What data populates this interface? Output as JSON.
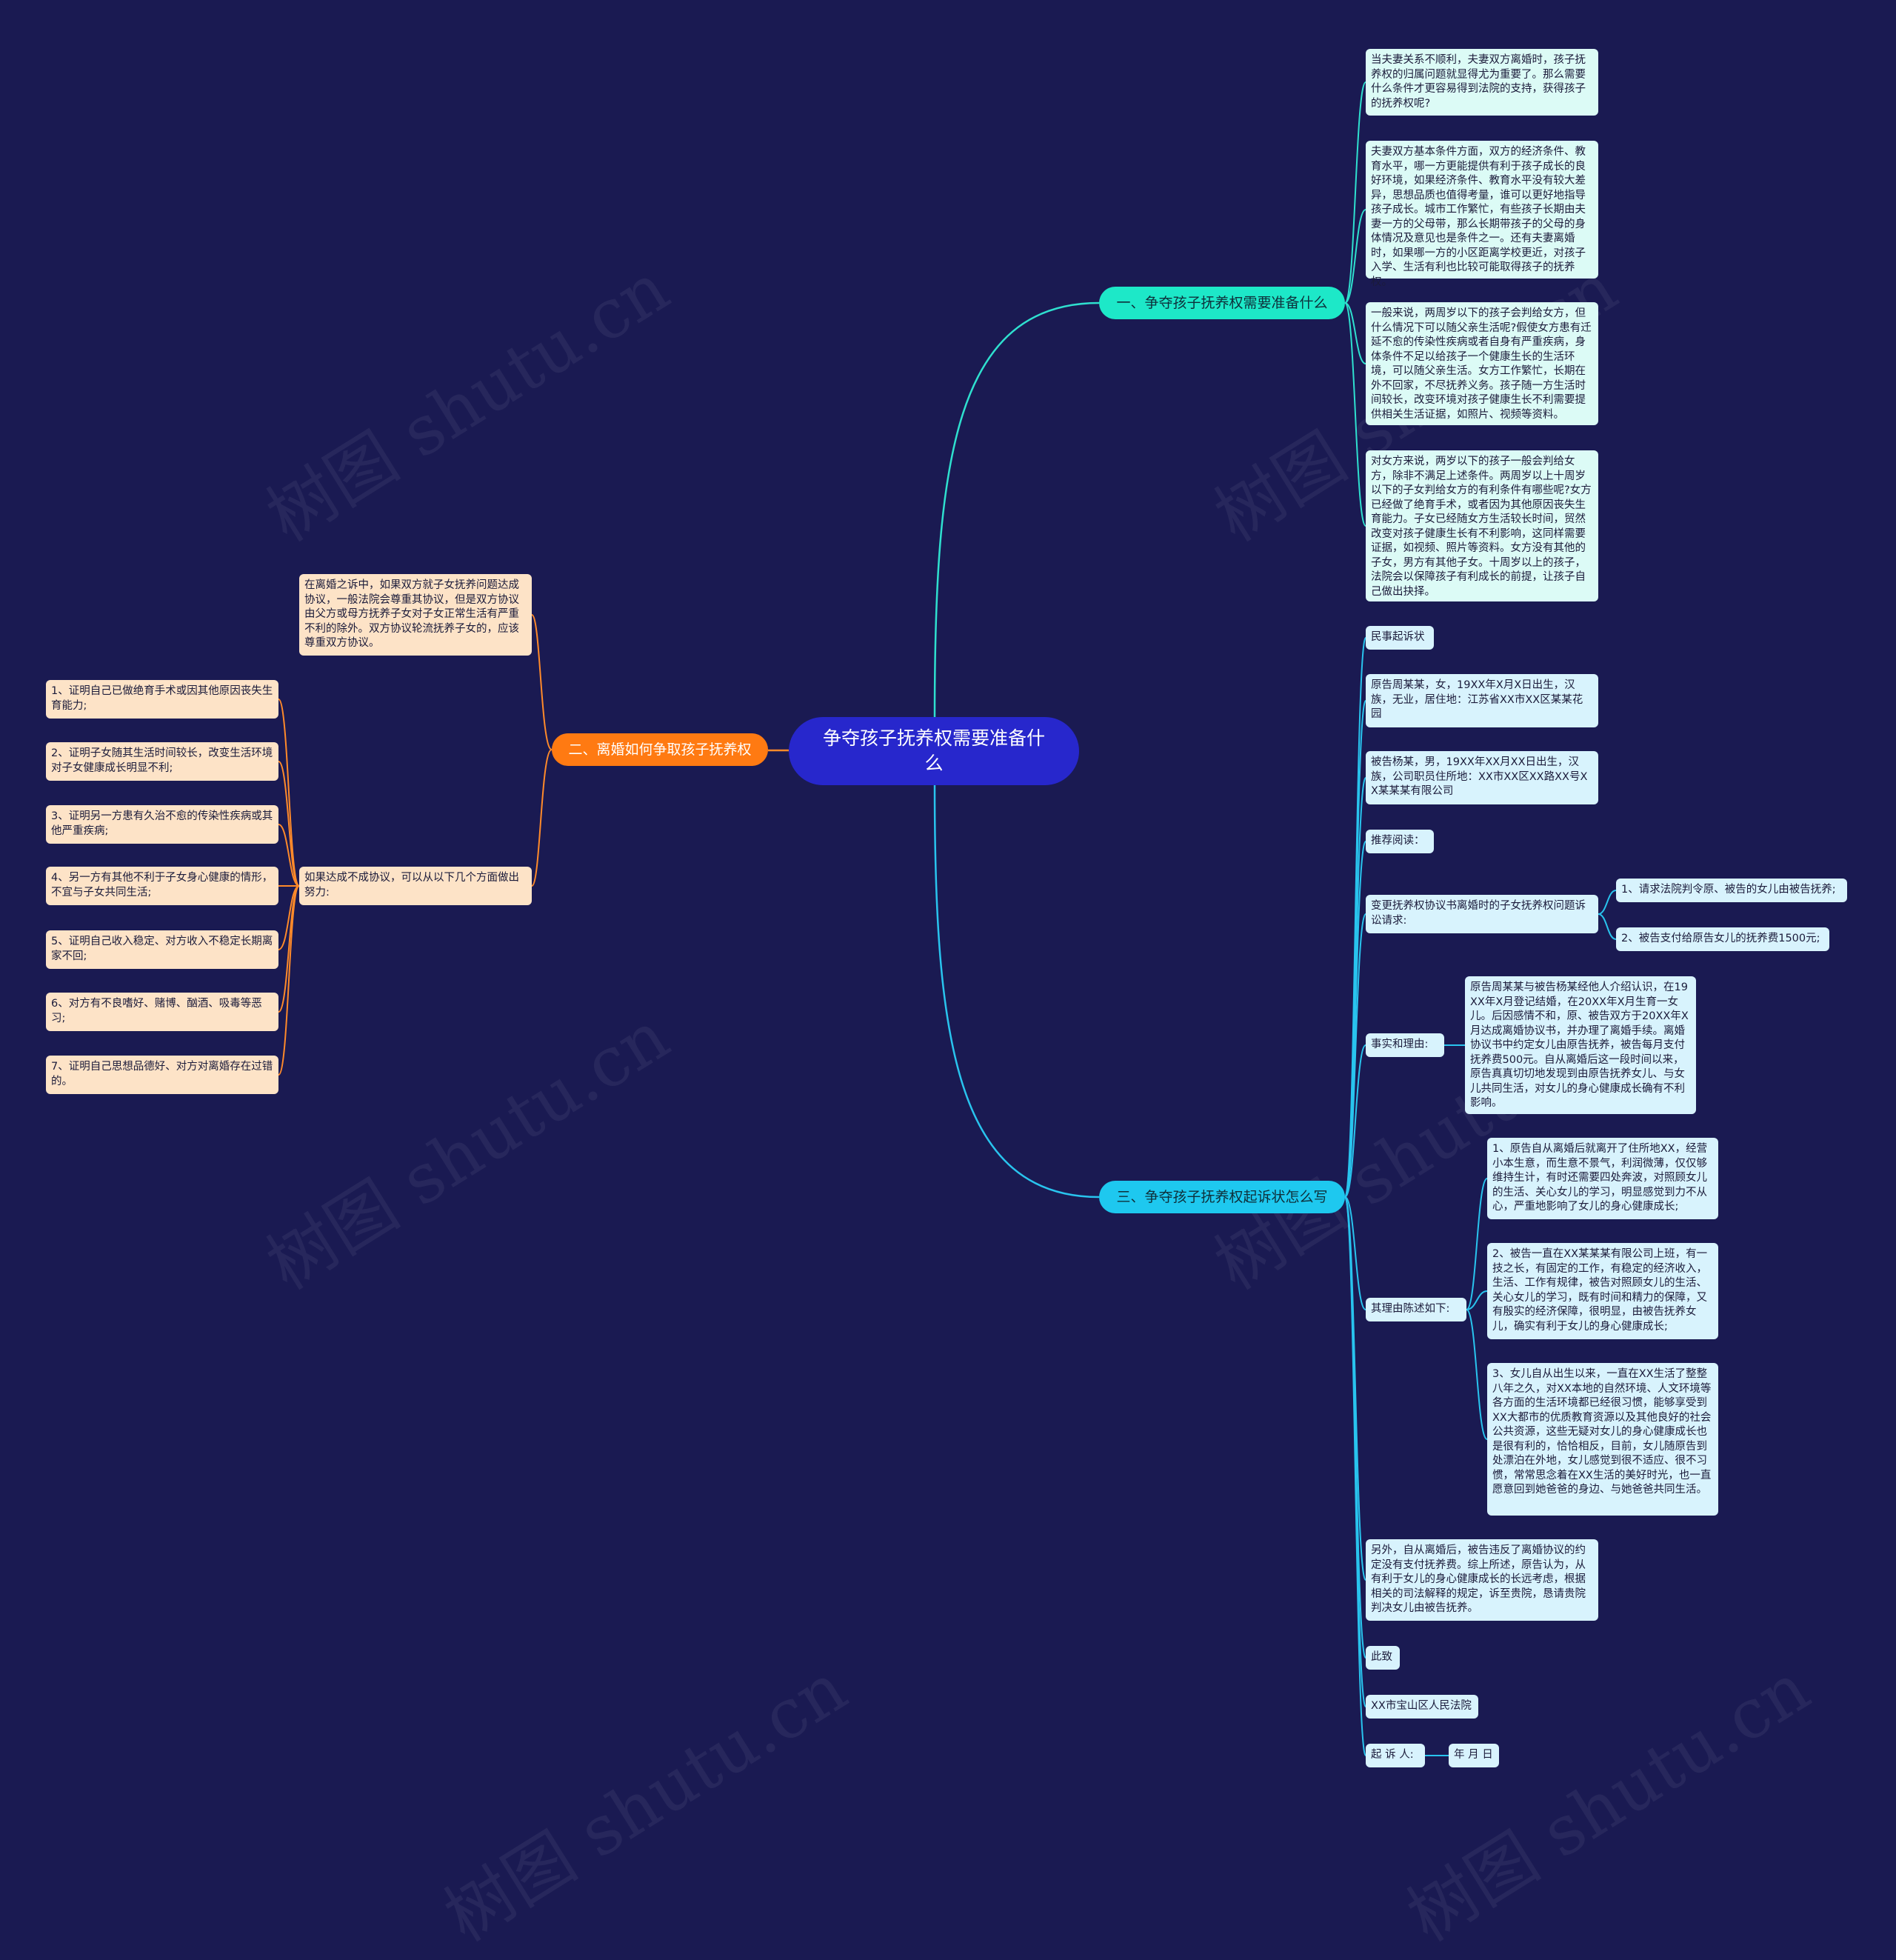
{
  "root": {
    "label": "争夺孩子抚养权需要准备什么"
  },
  "branch1": {
    "label": "一、争夺孩子抚养权需要准备什么",
    "items": [
      "当夫妻关系不顺利，夫妻双方离婚时，孩子抚养权的归属问题就显得尤为重要了。那么需要什么条件才更容易得到法院的支持，获得孩子的抚养权呢?",
      "夫妻双方基本条件方面，双方的经济条件、教育水平，哪一方更能提供有利于孩子成长的良好环境，如果经济条件、教育水平没有较大差异，思想品质也值得考量，谁可以更好地指导孩子成长。城市工作繁忙，有些孩子长期由夫妻一方的父母带，那么长期带孩子的父母的身体情况及意见也是条件之一。还有夫妻离婚时，如果哪一方的小区距离学校更近，对孩子入学、生活有利也比较可能取得孩子的抚养权。",
      "一般来说，两周岁以下的孩子会判给女方，但什么情况下可以随父亲生活呢?假使女方患有迁延不愈的传染性疾病或者自身有严重疾病，身体条件不足以给孩子一个健康生长的生活环境，可以随父亲生活。女方工作繁忙，长期在外不回家，不尽抚养义务。孩子随一方生活时间较长，改变环境对孩子健康生长不利需要提供相关生活证据，如照片、视频等资料。",
      "对女方来说，两岁以下的孩子一般会判给女方，除非不满足上述条件。两周岁以上十周岁以下的子女判给女方的有利条件有哪些呢?女方已经做了绝育手术，或者因为其他原因丧失生育能力。子女已经随女方生活较长时间，贸然改变对孩子健康生长有不利影响，这同样需要证据，如视频、照片等资料。女方没有其他的子女，男方有其他子女。十周岁以上的孩子，法院会以保障孩子有利成长的前提，让孩子自己做出抉择。"
    ]
  },
  "branch2": {
    "label": "二、离婚如何争取孩子抚养权",
    "sub1": "在离婚之诉中，如果双方就子女抚养问题达成协议，一般法院会尊重其协议，但是双方协议由父方或母方抚养子女对子女正常生活有严重不利的除外。双方协议轮流抚养子女的，应该尊重双方协议。",
    "sub2": "如果达成不成协议，可以从以下几个方面做出努力:",
    "points": [
      "1、证明自己已做绝育手术或因其他原因丧失生育能力;",
      "2、证明子女随其生活时间较长，改变生活环境对子女健康成长明显不利;",
      "3、证明另一方患有久治不愈的传染性疾病或其他严重疾病;",
      "4、另一方有其他不利于子女身心健康的情形，不宜与子女共同生活;",
      "5、证明自己收入稳定、对方收入不稳定长期离家不回;",
      "6、对方有不良嗜好、赌博、酗酒、吸毒等恶习;",
      "7、证明自己思想品德好、对方对离婚存在过错的。"
    ]
  },
  "branch3": {
    "label": "三、争夺孩子抚养权起诉状怎么写",
    "title": "民事起诉状",
    "plaintiff": "原告周某某，女，19XX年X月X日出生，汉族，无业，居住地：江苏省XX市XX区某某花园",
    "defendant": "被告杨某，男，19XX年XX月XX日出生，汉族，公司职员住所地：XX市XX区XX路XX号XX某某某有限公司",
    "recommend": "推荐阅读：",
    "claims_label": "变更抚养权协议书离婚时的子女抚养权问题诉讼请求:",
    "claims": [
      "1、请求法院判令原、被告的女儿由被告抚养;",
      "2、被告支付给原告女儿的抚养费1500元;"
    ],
    "facts_label": "事实和理由:",
    "facts": "原告周某某与被告杨某经他人介绍认识，在19XX年X月登记结婚，在20XX年X月生育一女儿。后因感情不和，原、被告双方于20XX年X月达成离婚协议书，并办理了离婚手续。离婚协议书中约定女儿由原告抚养，被告每月支付抚养费500元。自从离婚后这一段时间以来，原告真真切切地发现到由原告抚养女儿、与女儿共同生活，对女儿的身心健康成长确有不利影响。",
    "reasons_label": "其理由陈述如下:",
    "reasons": [
      "1、原告自从离婚后就离开了住所地XX，经营小本生意，而生意不景气，利润微薄，仅仅够维持生计，有时还需要四处奔波，对照顾女儿的生活、关心女儿的学习，明显感觉到力不从心，严重地影响了女儿的身心健康成长;",
      "2、被告一直在XX某某某有限公司上班，有一技之长，有固定的工作，有稳定的经济收入，生活、工作有规律，被告对照顾女儿的生活、关心女儿的学习，既有时间和精力的保障，又有殷实的经济保障，很明显，由被告抚养女儿，确实有利于女儿的身心健康成长;",
      "3、女儿自从出生以来，一直在XX生活了整整八年之久，对XX本地的自然环境、人文环境等各方面的生活环境都已经很习惯，能够享受到XX大都市的优质教育资源以及其他良好的社会公共资源，这些无疑对女儿的身心健康成长也是很有利的，恰恰相反，目前，女儿随原告到处漂泊在外地，女儿感觉到很不适应、很不习惯，常常思念着在XX生活的美好时光，也一直愿意回到她爸爸的身边、与她爸爸共同生活。"
    ],
    "conclusion": "另外，自从离婚后，被告违反了离婚协议的约定没有支付抚养费。综上所述，原告认为，从有利于女儿的身心健康成长的长远考虑，根据相关的司法解释的规定，诉至贵院，恳请贵院判决女儿由被告抚养。",
    "salute": "此致",
    "court": "XX市宝山区人民法院",
    "signer": "起 诉 人:",
    "date": "年 月 日"
  },
  "watermark": "树图 shutu.cn",
  "colors": {
    "background": "#1a1a52",
    "root": "#2727cc",
    "branch1": "#1de8c8",
    "branch2": "#ff7a12",
    "branch3": "#1ec8ef",
    "line1": "#2fe0cf",
    "line2": "#ff8a2a",
    "line3": "#29c4ee"
  }
}
